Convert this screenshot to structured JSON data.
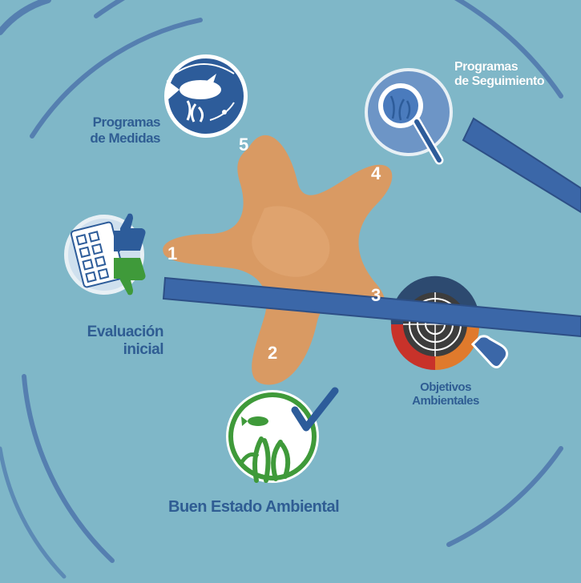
{
  "steps": [
    {
      "number": "1",
      "label_lines": [
        "Evaluación",
        "inicial"
      ]
    },
    {
      "number": "2",
      "label_lines": [
        "Buen Estado Ambiental"
      ]
    },
    {
      "number": "3",
      "label_lines": [
        "Objetivos",
        "Ambientales"
      ]
    },
    {
      "number": "4",
      "label_lines": [
        "Programas",
        "de Seguimiento"
      ]
    },
    {
      "number": "5",
      "label_lines": [
        "Programas",
        "de Medidas"
      ]
    }
  ],
  "colors": {
    "background": "#7fb7c8",
    "ring": "#4d76ac",
    "starfish": "#d99a63",
    "label_blue": "#2f5d93",
    "icon_blue": "#2d5c9a",
    "icon_green": "#3f9a3a",
    "target_red": "#c8322a",
    "target_orange": "#e07a2c",
    "pointer_blue": "#3b67a8"
  },
  "icons": [
    "fish-seaweed-icon",
    "magnifier-seaweed-icon",
    "checklist-thumbs-icon",
    "target-hand-icon",
    "fish-seaweed-check-icon"
  ]
}
